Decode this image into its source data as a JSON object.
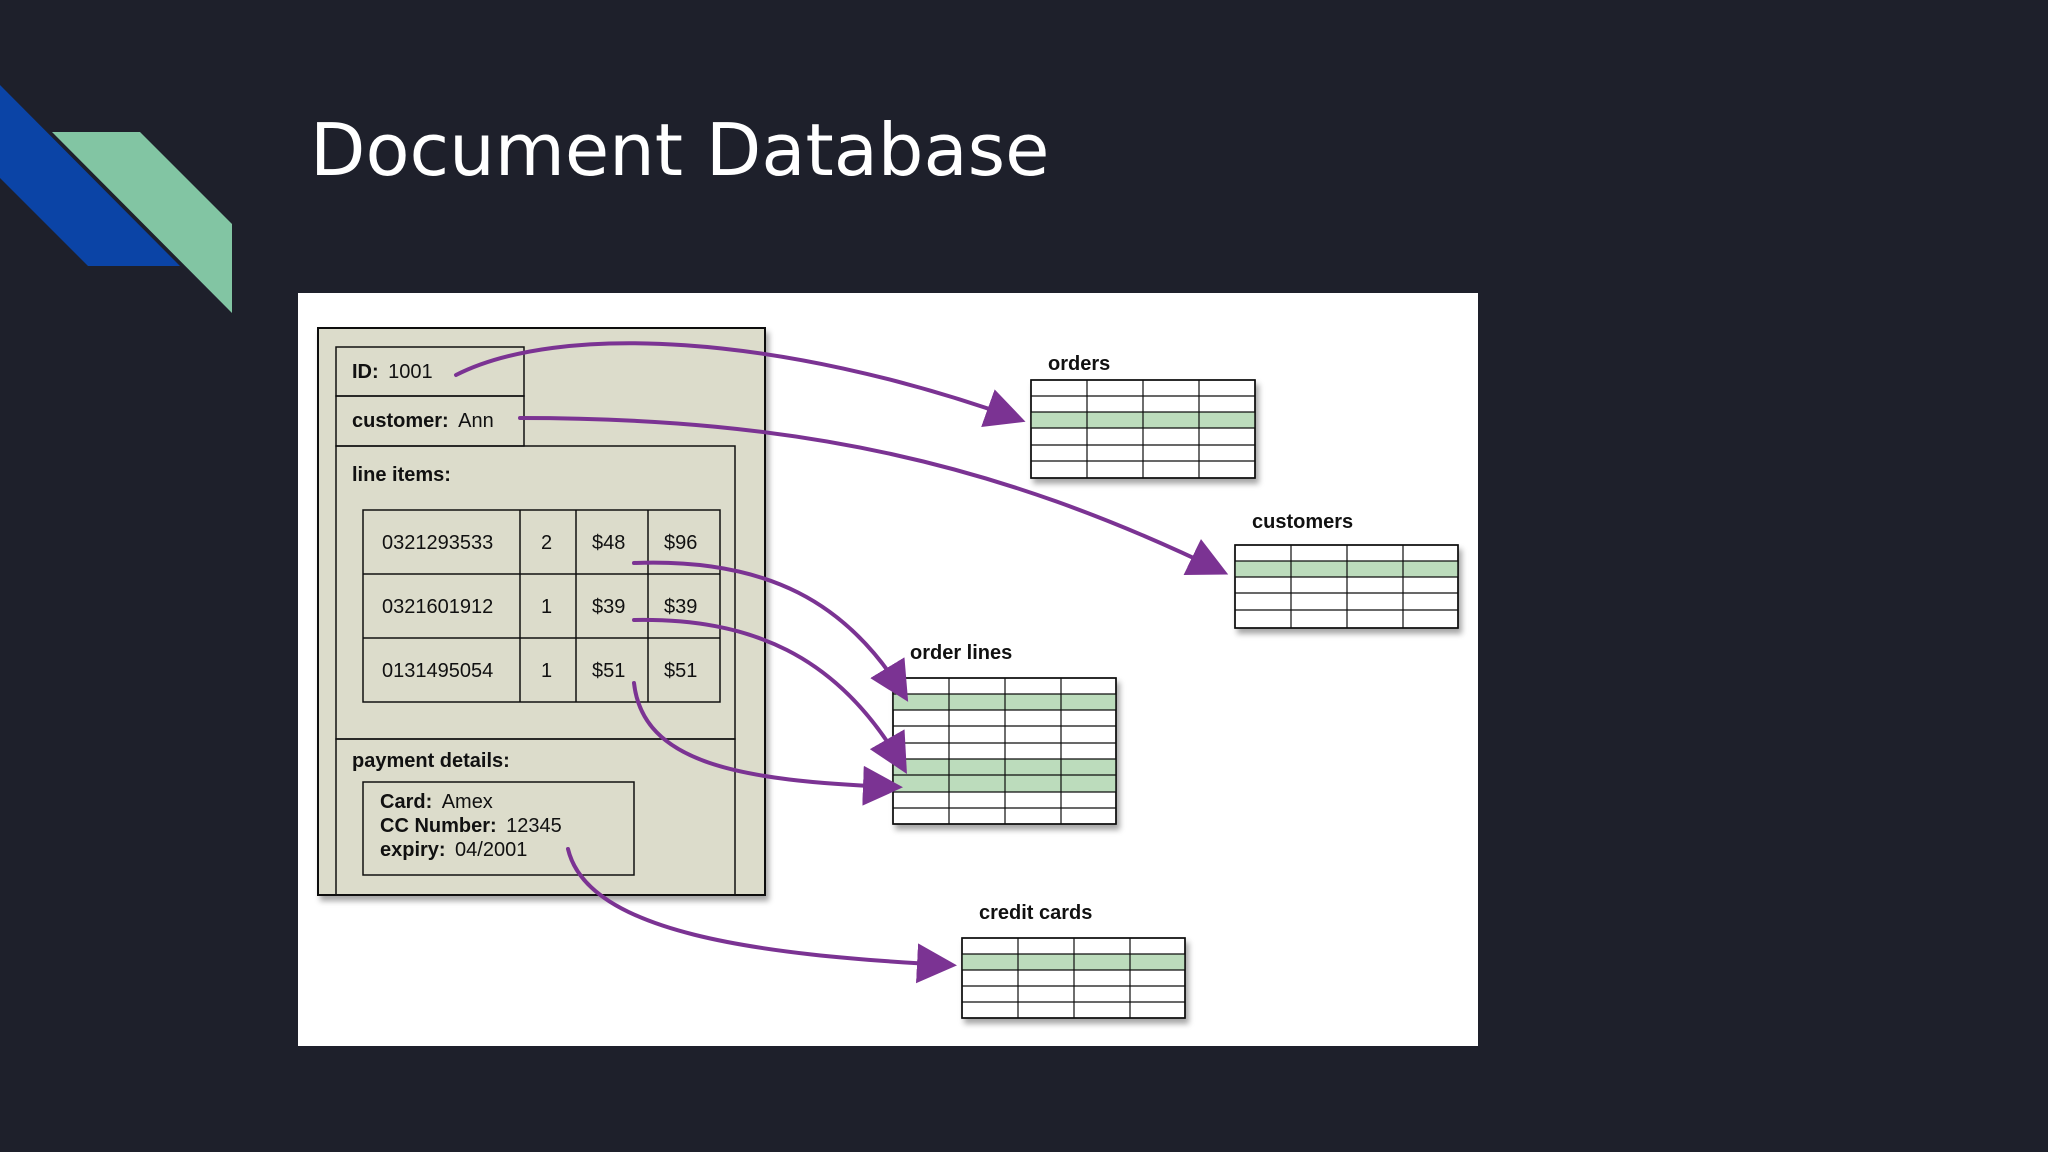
{
  "slide": {
    "title": "Document Database"
  },
  "document": {
    "id_label": "ID:",
    "id_value": "1001",
    "customer_label": "customer:",
    "customer_value": "Ann",
    "line_items_label": "line items:",
    "line_items": [
      [
        "0321293533",
        "2",
        "$48",
        "$96"
      ],
      [
        "0321601912",
        "1",
        "$39",
        "$39"
      ],
      [
        "0131495054",
        "1",
        "$51",
        "$51"
      ]
    ],
    "payment_label": "payment details:",
    "card_label": "Card:",
    "card_value": "Amex",
    "cc_label": "CC Number:",
    "cc_value": "12345",
    "expiry_label": "expiry:",
    "expiry_value": "04/2001"
  },
  "tables": {
    "orders": "orders",
    "customers": "customers",
    "order_lines": "order lines",
    "credit_cards": "credit cards"
  },
  "colors": {
    "background": "#1e202b",
    "document_fill": "#dcdccb",
    "arrow": "#7b3393",
    "highlight_row": "#bcdcbc",
    "deco_blue": "#0b44a6",
    "deco_green": "#82c5a3"
  }
}
